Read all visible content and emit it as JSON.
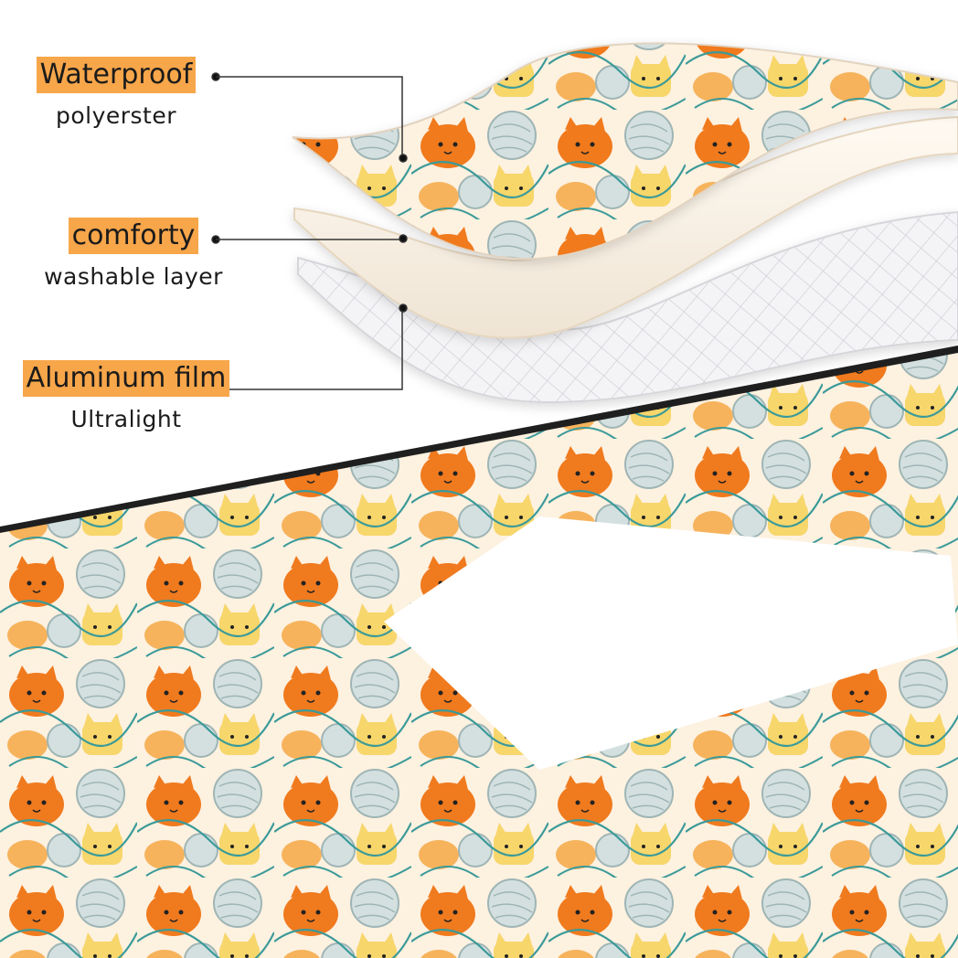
{
  "layers": [
    {
      "title": "Waterproof",
      "subtitle": "polyerster"
    },
    {
      "title": "comforty",
      "subtitle": "washable layer"
    },
    {
      "title": "Aluminum film",
      "subtitle": "Ultralight"
    }
  ],
  "colors": {
    "highlight": "#f7a64a",
    "cat_orange": "#f07a1e",
    "cat_light": "#f6b35c",
    "cat_yellow": "#f7d66b",
    "yarn_line": "#3a9a99",
    "yarn_ball": "#cfdcdc",
    "fabric_base": "#fdf1e0"
  }
}
